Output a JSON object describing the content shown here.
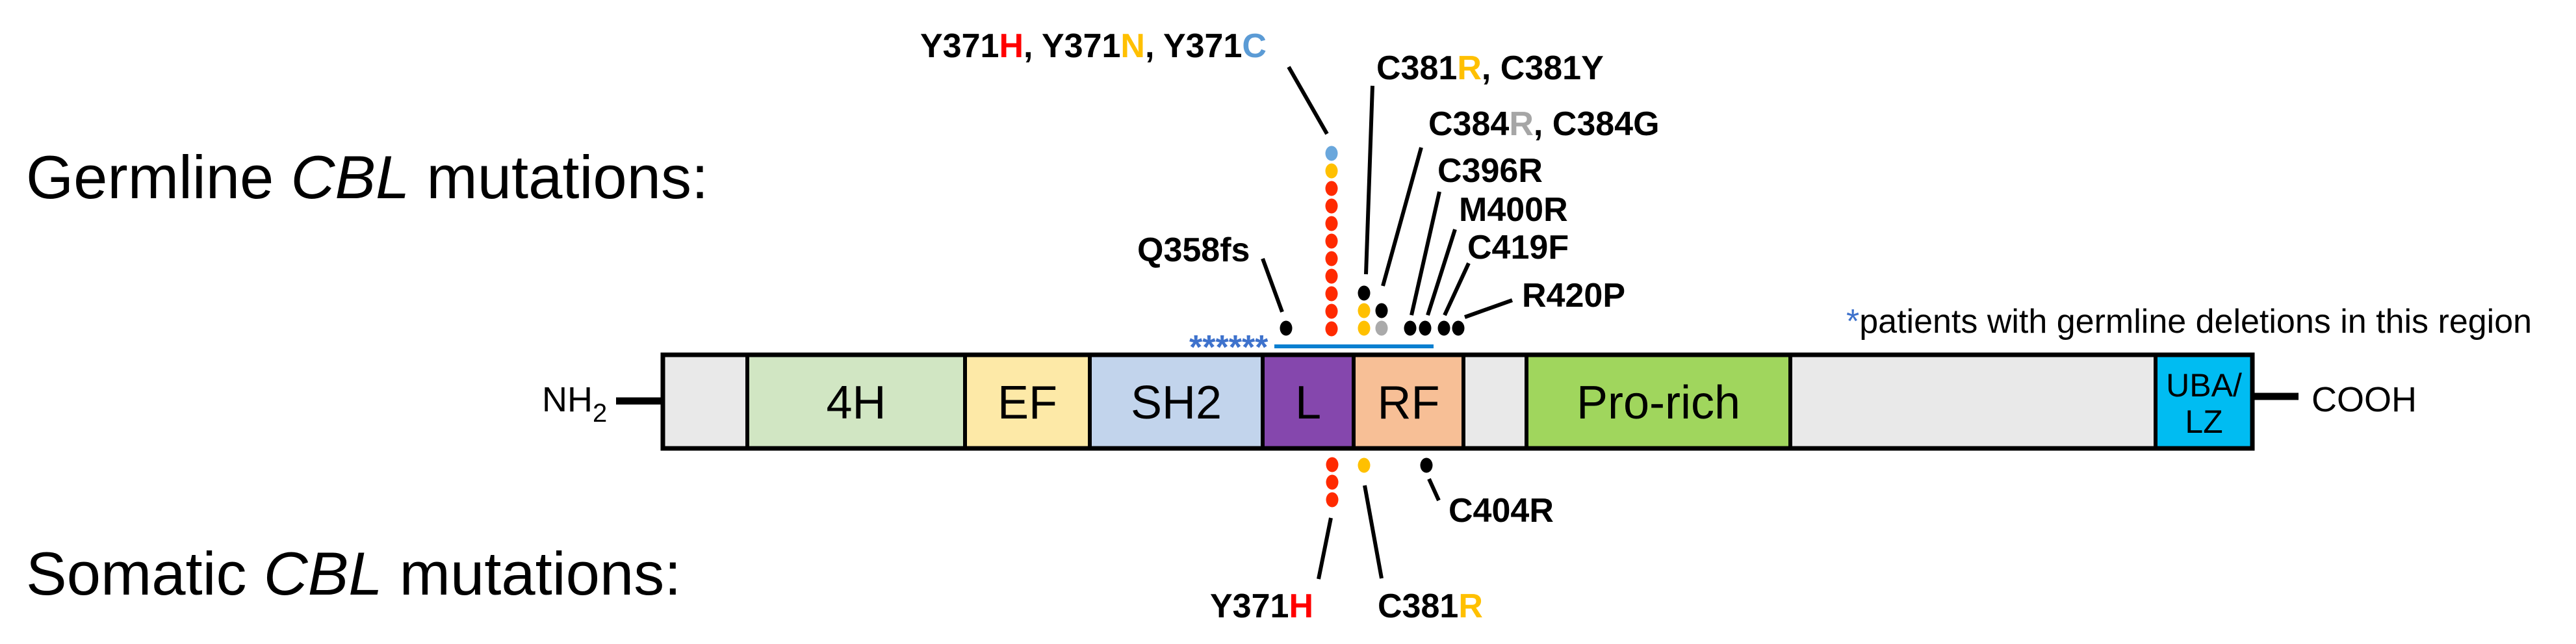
{
  "title": "CBL protein domain structure with germline and somatic mutations",
  "section_labels": {
    "germline": {
      "prefix": "Germline ",
      "gene": "CBL",
      "suffix": " mutations:"
    },
    "somatic": {
      "prefix": "Somatic ",
      "gene": "CBL",
      "suffix": " mutations:"
    }
  },
  "termini": {
    "n": "NH",
    "n_sub": "2",
    "c": "COOH"
  },
  "protein": {
    "domains": [
      {
        "name": "linker-n",
        "label": "",
        "color": "#e9e9e9"
      },
      {
        "name": "4h",
        "label": "4H",
        "color": "#d1e6c3"
      },
      {
        "name": "ef",
        "label": "EF",
        "color": "#fde9a7"
      },
      {
        "name": "sh2",
        "label": "SH2",
        "color": "#c2d4ec"
      },
      {
        "name": "l",
        "label": "L",
        "color": "#8547ad"
      },
      {
        "name": "rf",
        "label": "RF",
        "color": "#f7bf96"
      },
      {
        "name": "linker-mid",
        "label": "",
        "color": "#e9e9e9"
      },
      {
        "name": "pro-rich",
        "label": "Pro-rich",
        "color": "#a0d65d"
      },
      {
        "name": "linker-c",
        "label": "",
        "color": "#e9e9e9"
      },
      {
        "name": "uba-lz",
        "label": "UBA/\nLZ",
        "label_line1": "UBA/",
        "label_line2": "LZ",
        "color": "#00bcf2"
      }
    ]
  },
  "colors": {
    "red": "#ff2a00",
    "yellow": "#ffc000",
    "blue": "#6aa7dc",
    "gray": "#aaaaaa",
    "black": "#000000",
    "deletion_line": "#0a7fd0",
    "asterisk": "#3e72cc",
    "label_red": "#ff0000",
    "label_yellow": "#ffc000",
    "label_blue": "#5b9bd5",
    "label_gray": "#a6a6a6"
  },
  "deletion_region": {
    "asterisks": "******",
    "patient_count": 6,
    "footnote_marker": "*",
    "footnote_text": "patients with germline deletions in this region"
  },
  "germline_mutations": [
    {
      "site": "Q358",
      "label_parts": [
        {
          "text": "Q358fs",
          "color": "black"
        }
      ],
      "dots": [
        "black"
      ]
    },
    {
      "site": "Y371",
      "label_parts": [
        {
          "text": "Y371",
          "color": "black"
        },
        {
          "text": "H",
          "color": "label_red"
        },
        {
          "text": ", Y371",
          "color": "black"
        },
        {
          "text": "N",
          "color": "label_yellow"
        },
        {
          "text": ", Y371",
          "color": "black"
        },
        {
          "text": "C",
          "color": "label_blue"
        }
      ],
      "dots": [
        "red",
        "red",
        "red",
        "red",
        "red",
        "red",
        "red",
        "red",
        "red",
        "yellow",
        "blue"
      ]
    },
    {
      "site": "C381",
      "label_parts": [
        {
          "text": "C381",
          "color": "black"
        },
        {
          "text": "R",
          "color": "label_yellow"
        },
        {
          "text": ", C381Y",
          "color": "black"
        }
      ],
      "dots": [
        "yellow",
        "yellow",
        "black"
      ]
    },
    {
      "site": "C384",
      "label_parts": [
        {
          "text": "C384",
          "color": "black"
        },
        {
          "text": "R",
          "color": "label_gray"
        },
        {
          "text": ", C384G",
          "color": "black"
        }
      ],
      "dots": [
        "gray",
        "black"
      ]
    },
    {
      "site": "C396",
      "label_parts": [
        {
          "text": "C396R",
          "color": "black"
        }
      ],
      "dots": [
        "black"
      ]
    },
    {
      "site": "M400",
      "label_parts": [
        {
          "text": "M400R",
          "color": "black"
        }
      ],
      "dots": [
        "black"
      ]
    },
    {
      "site": "C419",
      "label_parts": [
        {
          "text": "C419F",
          "color": "black"
        }
      ],
      "dots": [
        "black"
      ]
    },
    {
      "site": "R420",
      "label_parts": [
        {
          "text": "R420P",
          "color": "black"
        }
      ],
      "dots": [
        "black"
      ]
    }
  ],
  "somatic_mutations": [
    {
      "site": "Y371",
      "label_parts": [
        {
          "text": "Y371",
          "color": "black"
        },
        {
          "text": "H",
          "color": "label_red"
        }
      ],
      "dots": [
        "red",
        "red",
        "red"
      ]
    },
    {
      "site": "C381",
      "label_parts": [
        {
          "text": "C381",
          "color": "black"
        },
        {
          "text": "R",
          "color": "label_yellow"
        }
      ],
      "dots": [
        "yellow"
      ]
    },
    {
      "site": "C404",
      "label_parts": [
        {
          "text": "C404R",
          "color": "black"
        }
      ],
      "dots": [
        "black"
      ]
    }
  ]
}
